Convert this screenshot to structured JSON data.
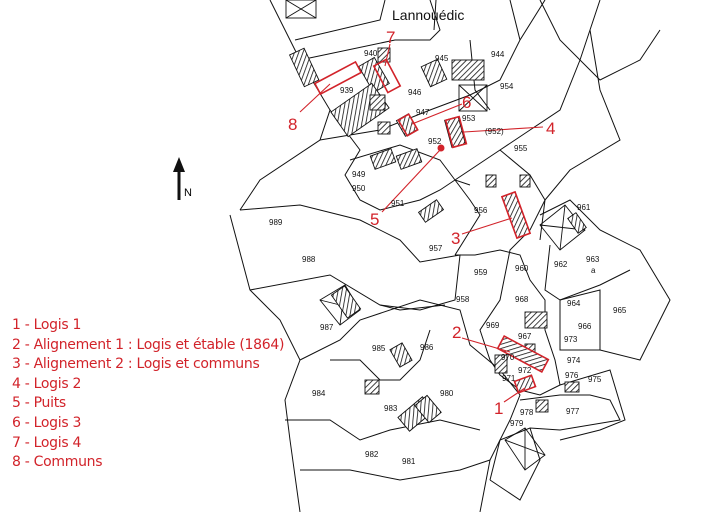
{
  "map": {
    "place_name": "Lannouédic",
    "north_label": "N",
    "accent_color": "#d2232a",
    "parcels": {
      "p940": "940",
      "p945": "945",
      "p944": "944",
      "p954": "954",
      "p946": "946",
      "p939": "939",
      "p947": "947",
      "p953": "953",
      "p952": "952",
      "p952b": "(952)",
      "p955": "955",
      "p949": "949",
      "p950": "950",
      "p951": "951",
      "p956": "956",
      "p957": "957",
      "p989": "989",
      "p988": "988",
      "p960": "960",
      "p961": "961",
      "p962": "962",
      "p963": "963",
      "p963a": "a",
      "p959": "959",
      "p958": "958",
      "p964": "964",
      "p965": "965",
      "p968": "968",
      "p966": "966",
      "p967": "967",
      "p969": "969",
      "p970": "970",
      "p973": "973",
      "p974": "974",
      "p972": "972",
      "p971": "971",
      "p976": "976",
      "p975": "975",
      "p977": "977",
      "p978": "978",
      "p979": "979",
      "p987": "987",
      "p985": "985",
      "p986": "986",
      "p984": "984",
      "p980": "980",
      "p983": "983",
      "p982": "982",
      "p981": "981"
    },
    "markers": [
      "1",
      "2",
      "3",
      "4",
      "5",
      "6",
      "7",
      "8"
    ]
  },
  "legend": {
    "items": [
      "1 - Logis 1",
      "2 - Alignement 1 : Logis et étable (1864)",
      "3 - Alignement 2 : Logis et communs",
      "4 - Logis 2",
      "5 - Puits",
      "6 - Logis 3",
      "7 - Logis 4",
      "8 - Communs"
    ]
  }
}
